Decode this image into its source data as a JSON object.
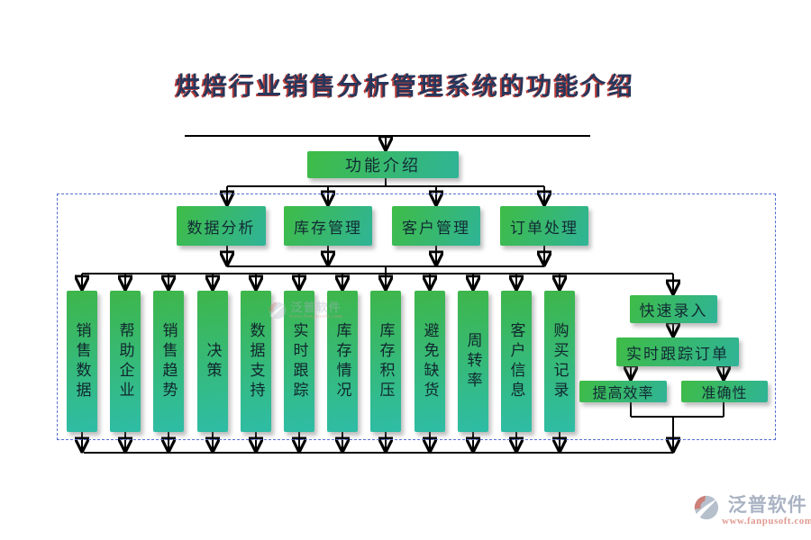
{
  "title": "烘焙行业销售分析管理系统的功能介绍",
  "nodes": {
    "root": "功能介绍",
    "level2": [
      "数据分析",
      "库存管理",
      "客户管理",
      "订单处理"
    ],
    "level3": [
      "销售数据",
      "帮助企业",
      "销售趋势",
      "决策",
      "数据支持",
      "实时跟踪",
      "库存情况",
      "库存积压",
      "避免缺货",
      "周转率",
      "客户信息",
      "购买记录"
    ],
    "order_flow": {
      "step1": "快速录入",
      "step2": "实时跟踪订单",
      "result1": "提高效率",
      "result2": "准确性"
    }
  },
  "watermark": {
    "brand": "泛普软件",
    "url": "www.fanpusoft.com"
  },
  "colors": {
    "box_gradient_start": "#3fbc46",
    "box_gradient_end": "#2fb497",
    "title_text": "#26365c",
    "title_shadow": "#b01c14",
    "connector": "#000000",
    "dashed_border": "#5570cf",
    "watermark_brand": "#a9b3c3",
    "watermark_url": "#e09a91"
  }
}
